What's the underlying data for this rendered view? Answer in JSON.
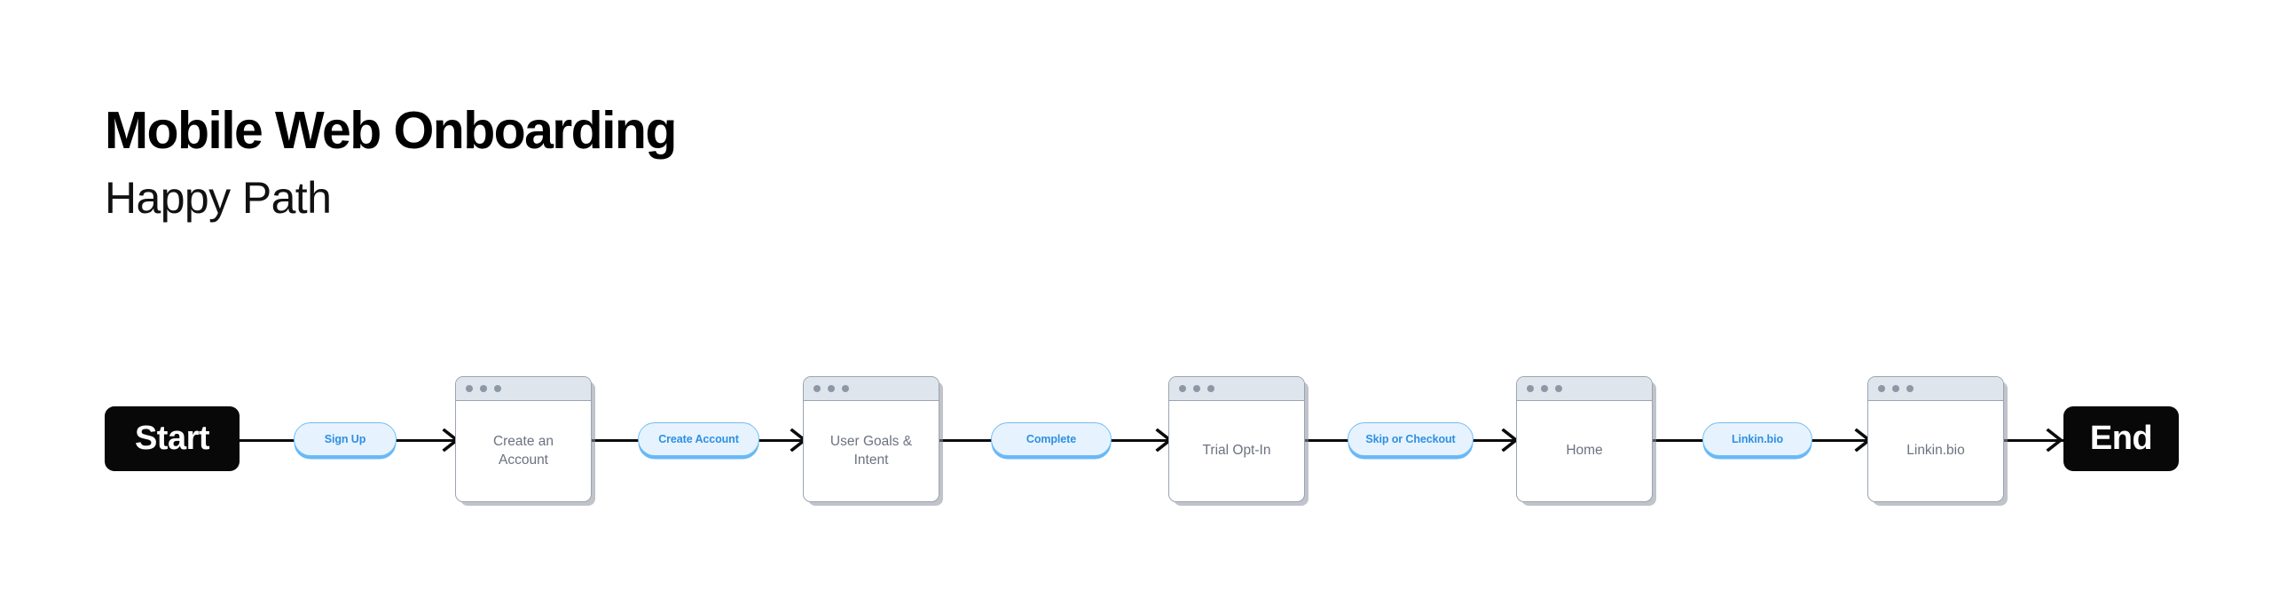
{
  "header": {
    "title": "Mobile Web Onboarding",
    "subtitle": "Happy Path"
  },
  "colors": {
    "terminator_bg": "#080808",
    "terminator_text": "#ffffff",
    "pill_fill": "#e6f3fe",
    "pill_border": "#72bdf6",
    "pill_text": "#2f8fe3",
    "card_bg": "#ffffff",
    "card_border": "#9aa4b0",
    "card_titlebar": "#dfe5ec",
    "card_dot": "#8d98a6",
    "card_text": "#6b7280",
    "connector": "#0b0b0b",
    "canvas_bg": "#ffffff"
  },
  "flow": {
    "start": {
      "label": "Start"
    },
    "end": {
      "label": "End"
    },
    "screens": [
      {
        "label": "Create an\nAccount"
      },
      {
        "label": "User Goals &\nIntent"
      },
      {
        "label": "Trial Opt-In"
      },
      {
        "label": "Home"
      },
      {
        "label": "Linkin.bio"
      }
    ],
    "actions": [
      {
        "label": "Sign Up"
      },
      {
        "label": "Create Account"
      },
      {
        "label": "Complete"
      },
      {
        "label": "Skip or Checkout"
      },
      {
        "label": "Linkin.bio"
      }
    ],
    "sequence": [
      "Start",
      "Sign Up",
      "Create an Account",
      "Create Account",
      "User Goals & Intent",
      "Complete",
      "Trial Opt-In",
      "Skip or Checkout",
      "Home",
      "Linkin.bio",
      "Linkin.bio",
      "End"
    ],
    "window_dots_count": 3
  }
}
